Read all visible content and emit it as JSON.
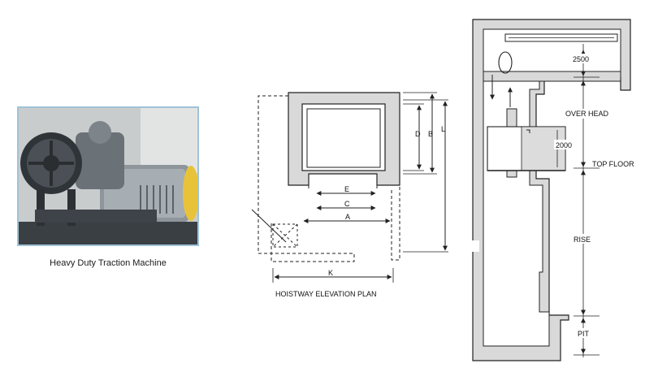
{
  "photo": {
    "caption": "Heavy Duty Traction Machine"
  },
  "plan": {
    "title": "HOISTWAY ELEVATION PLAN",
    "dims": {
      "a": "A",
      "b": "B",
      "c": "C",
      "d": "D",
      "e": "E",
      "k": "K",
      "l": "L"
    }
  },
  "section": {
    "overhead_dim": "2500",
    "overhead_label": "OVER HEAD",
    "car_dim": "2000",
    "top_floor_label": "TOP FLOOR",
    "rise_label": "RISE",
    "pit_label": "PIT"
  },
  "colors": {
    "wall_fill": "#d9d9d9",
    "line": "#222222",
    "photo_border": "#9fc3d8",
    "sheave_yellow": "#e8c33a"
  }
}
